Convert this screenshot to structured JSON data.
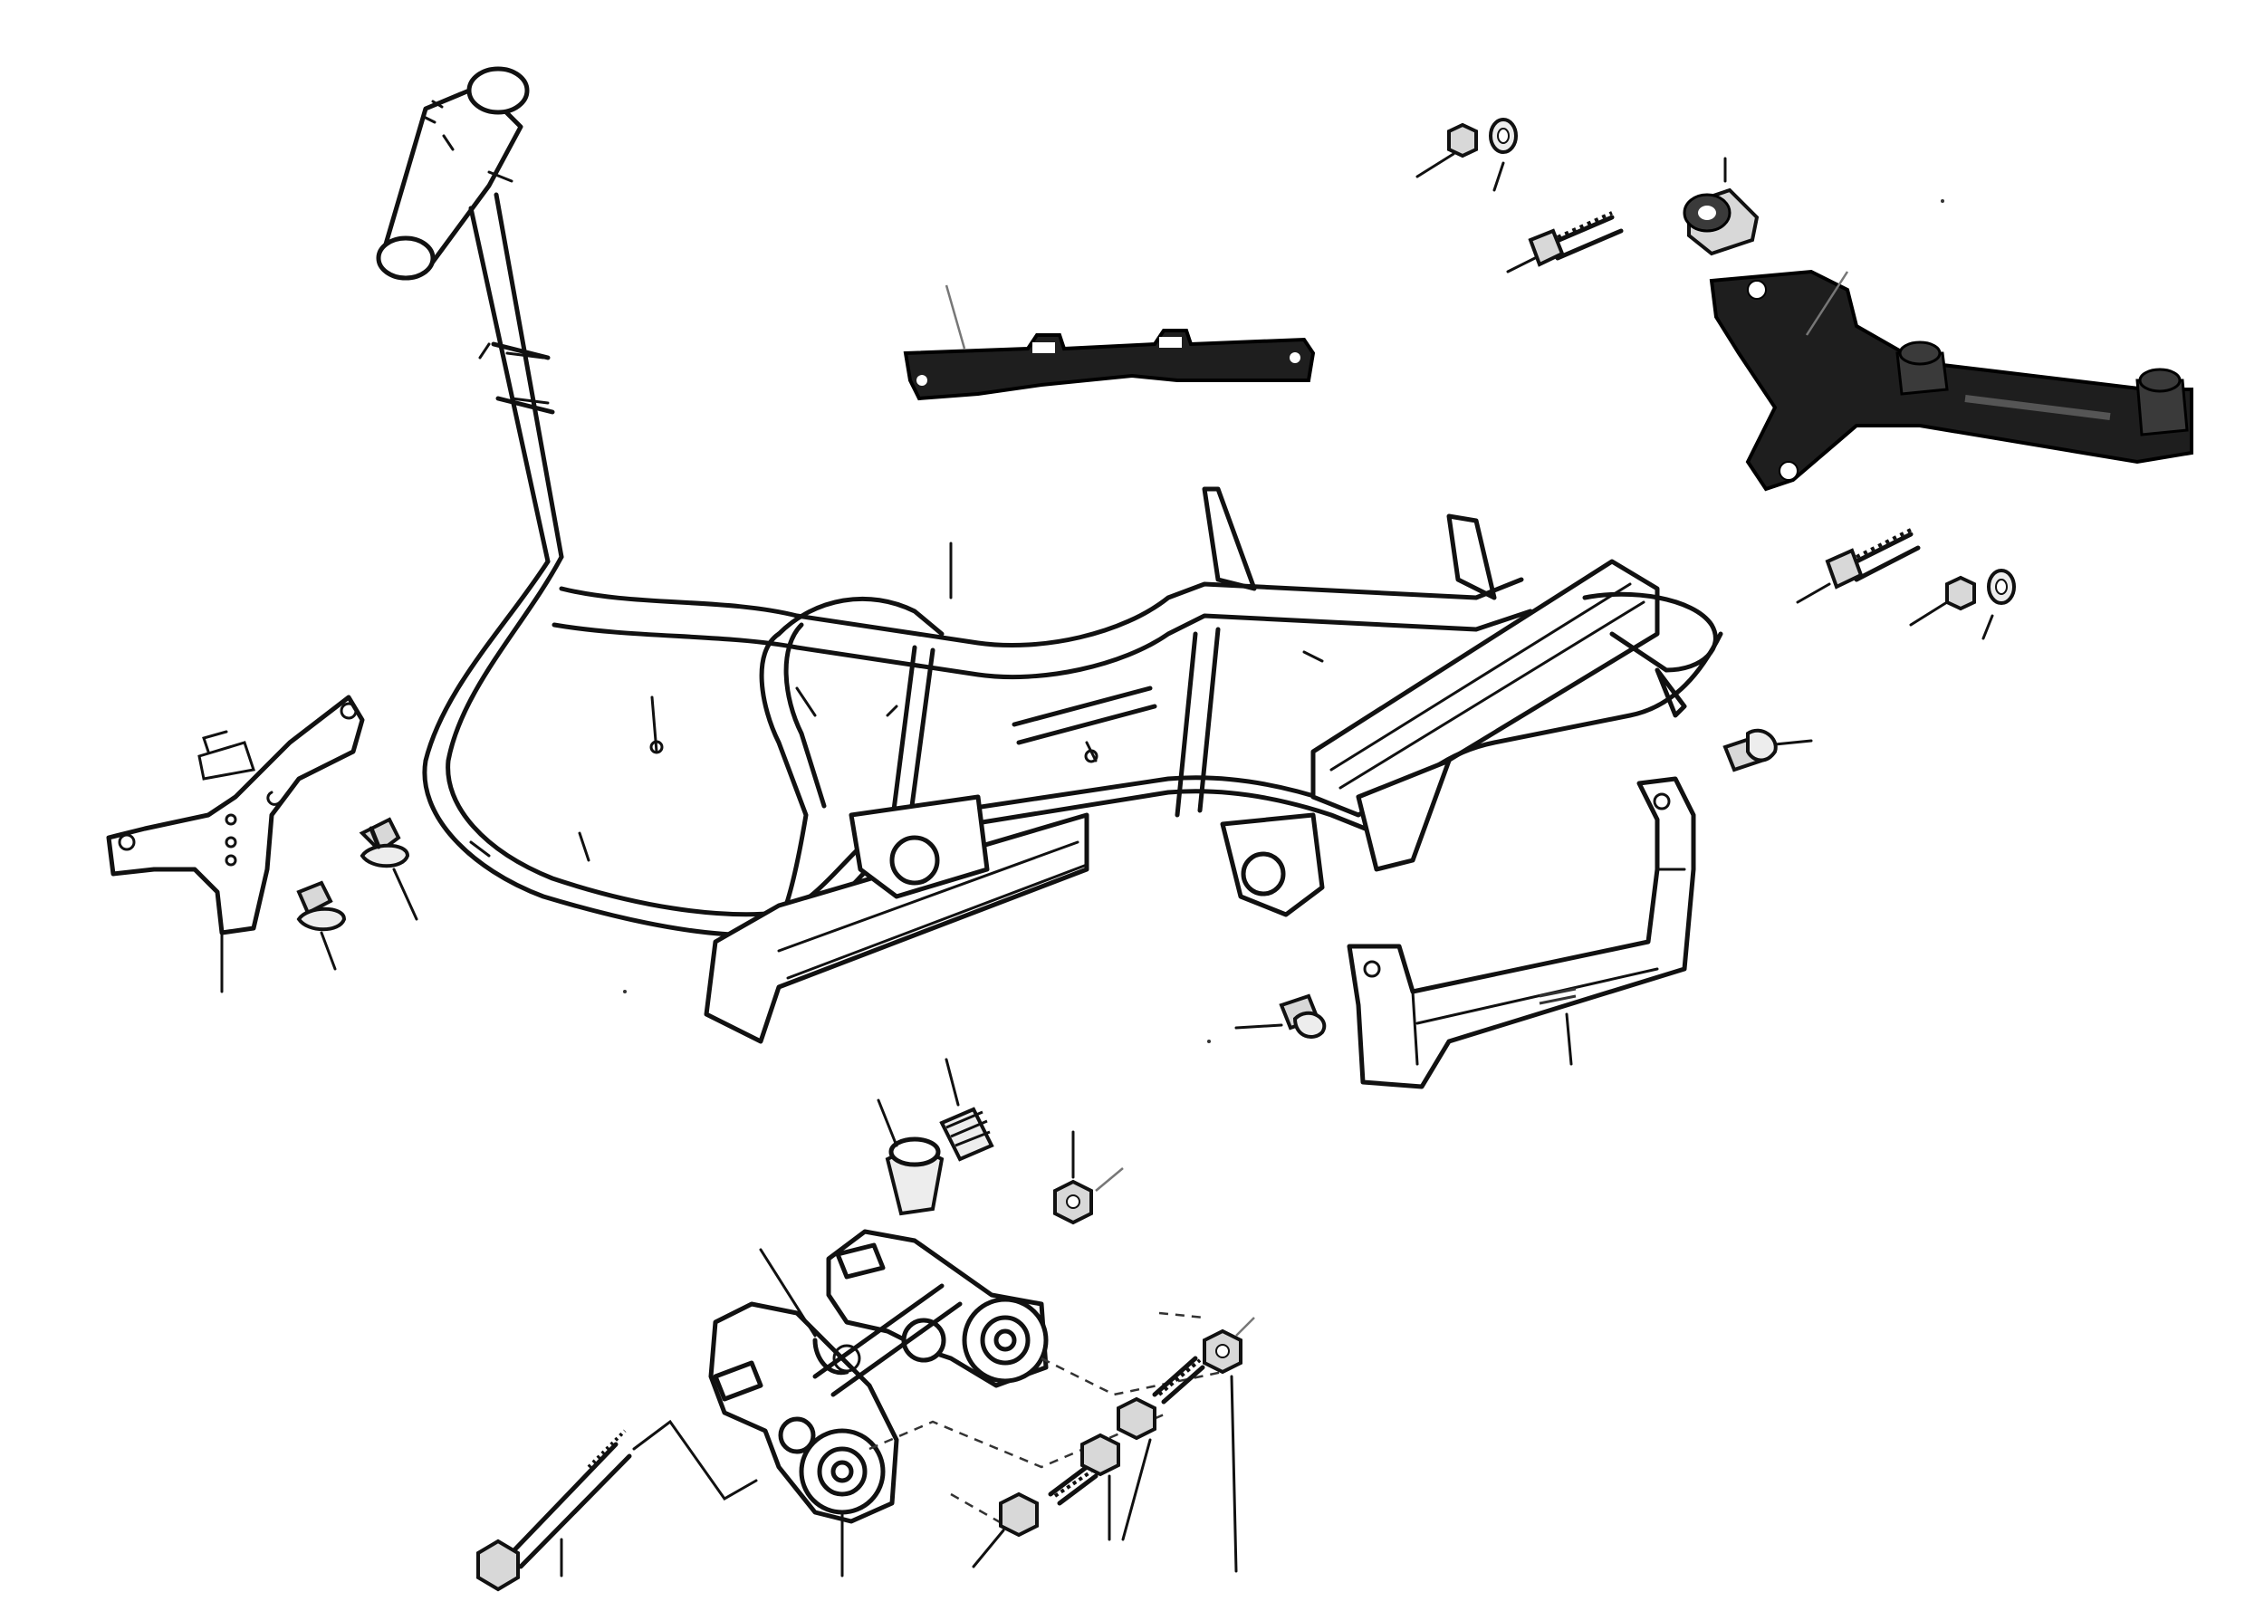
{
  "diagram": {
    "colors": {
      "ink": "#111111",
      "dark_part": "#1e1e1e",
      "background": "#ffffff"
    },
    "parts": [
      {
        "name": "main-frame"
      },
      {
        "name": "center-crossmember-bracket"
      },
      {
        "name": "rear-mount-plate"
      },
      {
        "name": "rubber-bushing"
      },
      {
        "name": "upper-mount-bolt"
      },
      {
        "name": "lower-mount-bolt"
      },
      {
        "name": "nut-and-washer-upper"
      },
      {
        "name": "nut-and-washer-lower"
      },
      {
        "name": "front-side-bracket"
      },
      {
        "name": "front-flange-bolt-a"
      },
      {
        "name": "front-flange-bolt-b"
      },
      {
        "name": "side-flange-bolt"
      },
      {
        "name": "rear-guard-bracket"
      },
      {
        "name": "guard-flange-bolt"
      },
      {
        "name": "engine-hanger-link"
      },
      {
        "name": "link-collar"
      },
      {
        "name": "link-spring-stud"
      },
      {
        "name": "link-nut-upper"
      },
      {
        "name": "pivot-bolt"
      },
      {
        "name": "link-bushing"
      },
      {
        "name": "link-nut-lower-left"
      },
      {
        "name": "link-stud-bolt"
      },
      {
        "name": "link-nut-lower-right"
      }
    ]
  }
}
